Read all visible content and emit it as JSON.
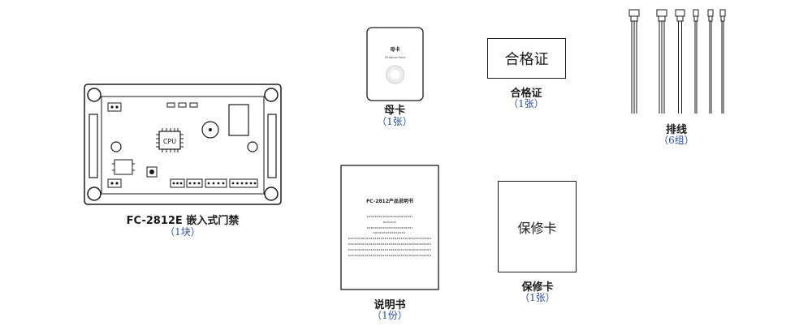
{
  "board": {
    "name": "FC-2812E 嵌入式门禁",
    "qty": "（1块）",
    "chip": "CPU"
  },
  "master_card": {
    "title": "母卡",
    "subtitle": "ID Admin Card",
    "name": "母卡",
    "qty": "（1张）"
  },
  "certificate": {
    "text": "合格证",
    "name": "合格证",
    "qty": "（1张）"
  },
  "cables": {
    "name": "排线",
    "qty": "（6组）"
  },
  "manual": {
    "title": "FC-2812产品说明书",
    "name": "说明书",
    "qty": "（1份）"
  },
  "warranty": {
    "text": "保修卡",
    "name": "保修卡",
    "qty": "（1张）"
  },
  "colors": {
    "line": "#1a1a1a",
    "qty_blue": "#2a4f9c"
  }
}
